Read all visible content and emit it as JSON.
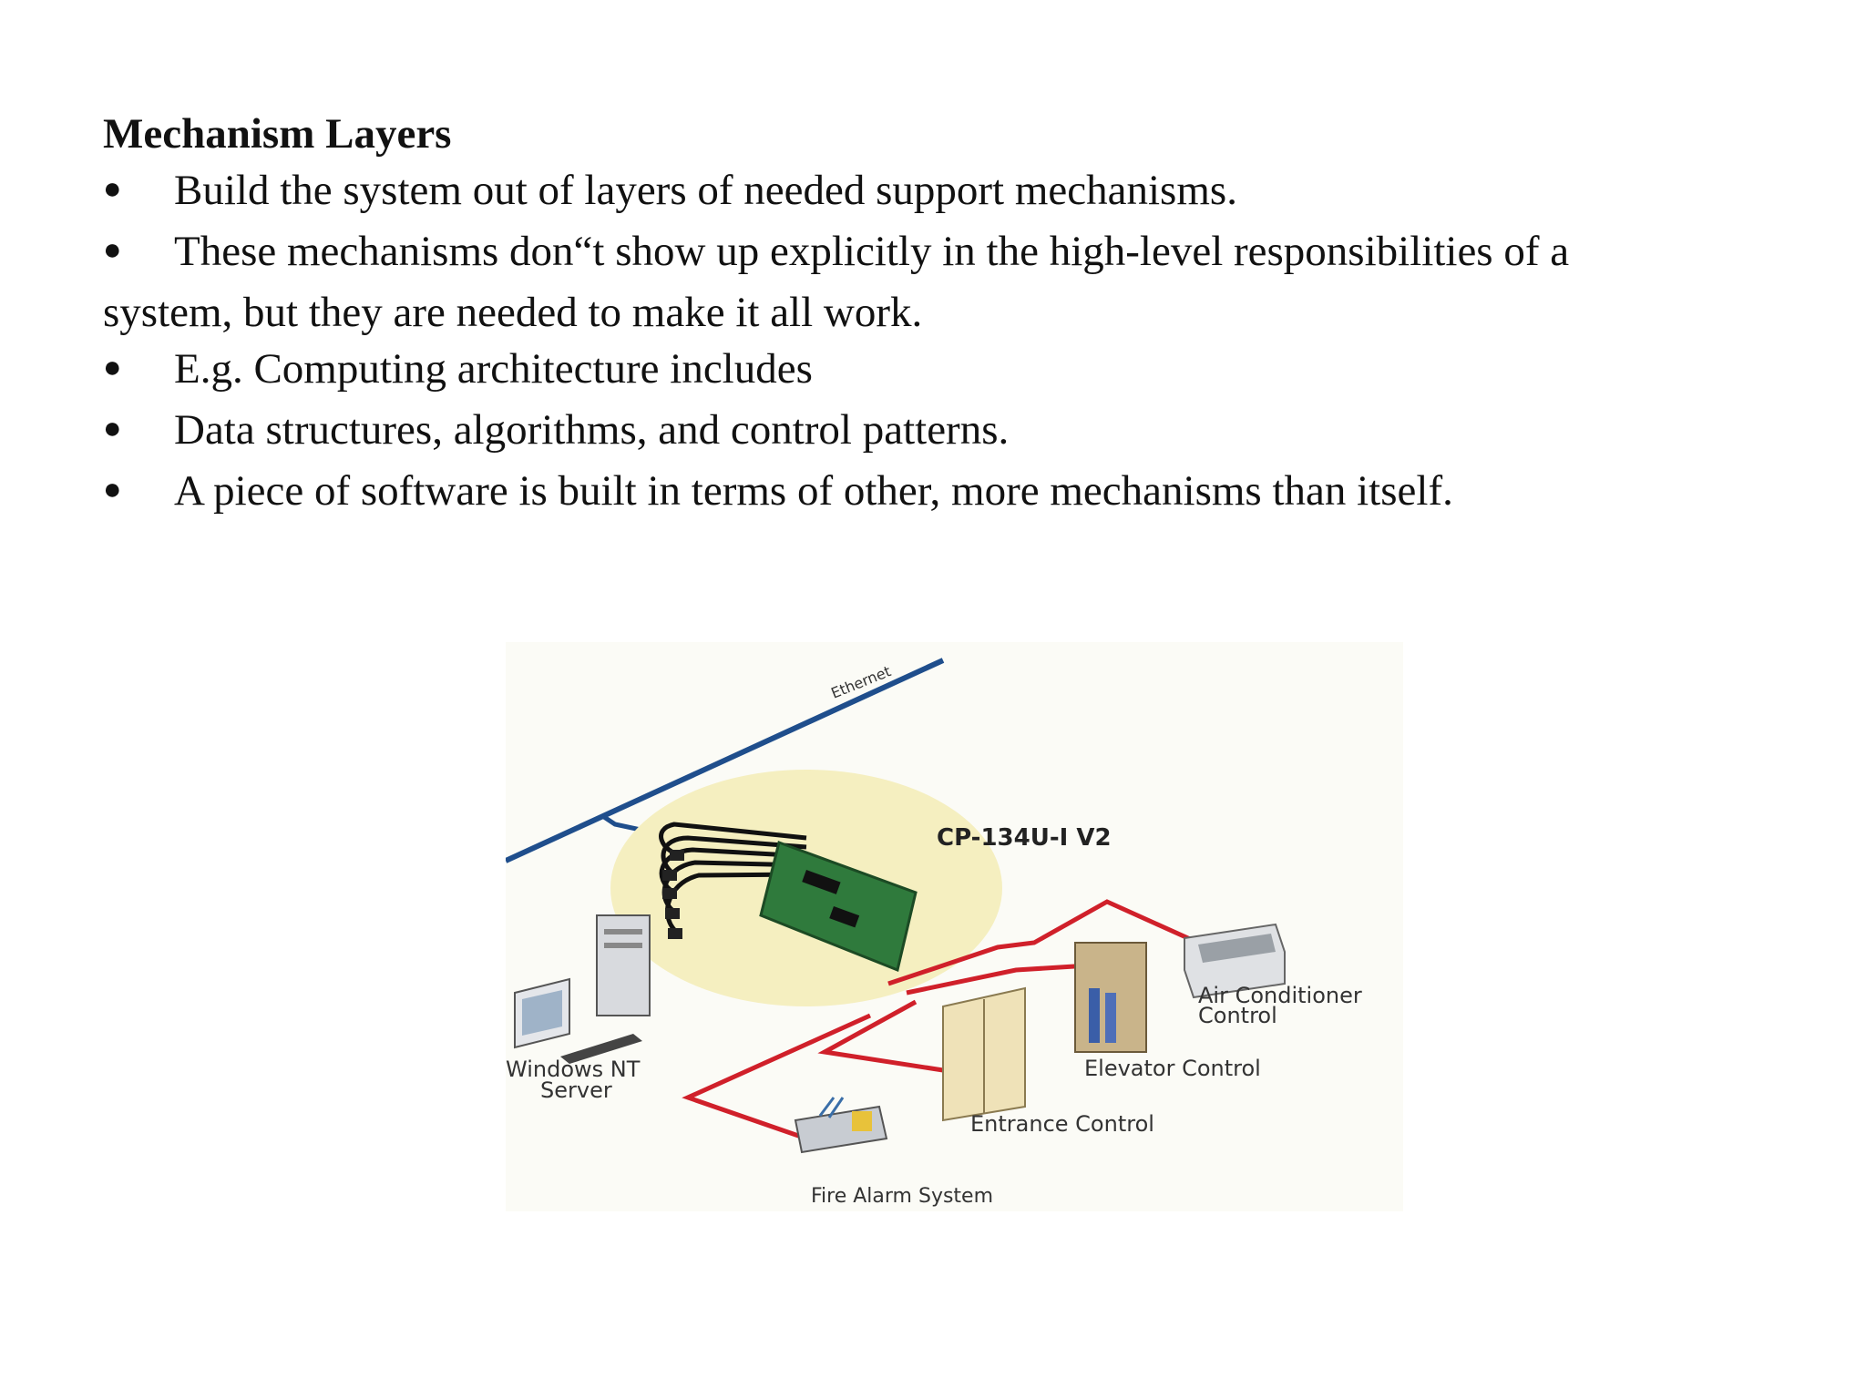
{
  "heading": "Mechanism Layers",
  "bullets": [
    "Build the system out of layers of needed support mechanisms.",
    "These mechanisms don“t show up explicitly in the high-level responsibilities of a",
    "E.g. Computing architecture includes",
    "Data structures, algorithms, and control patterns.",
    "A piece of software is built in terms of other, more mechanisms than itself."
  ],
  "continuation": "system, but they are needed to make it all work.",
  "figure": {
    "ethernet": "Ethernet",
    "card": "CP-134U-I V2",
    "server_line1": "Windows NT",
    "server_line2": "Server",
    "ac_line1": "Air Conditioner",
    "ac_line2": "Control",
    "elevator": "Elevator Control",
    "entrance": "Entrance Control",
    "fire": "Fire Alarm System"
  },
  "colors": {
    "ethernet_line": "#1f4e8c",
    "serial_line": "#d0202a",
    "ellipse": "#f5efc0"
  }
}
